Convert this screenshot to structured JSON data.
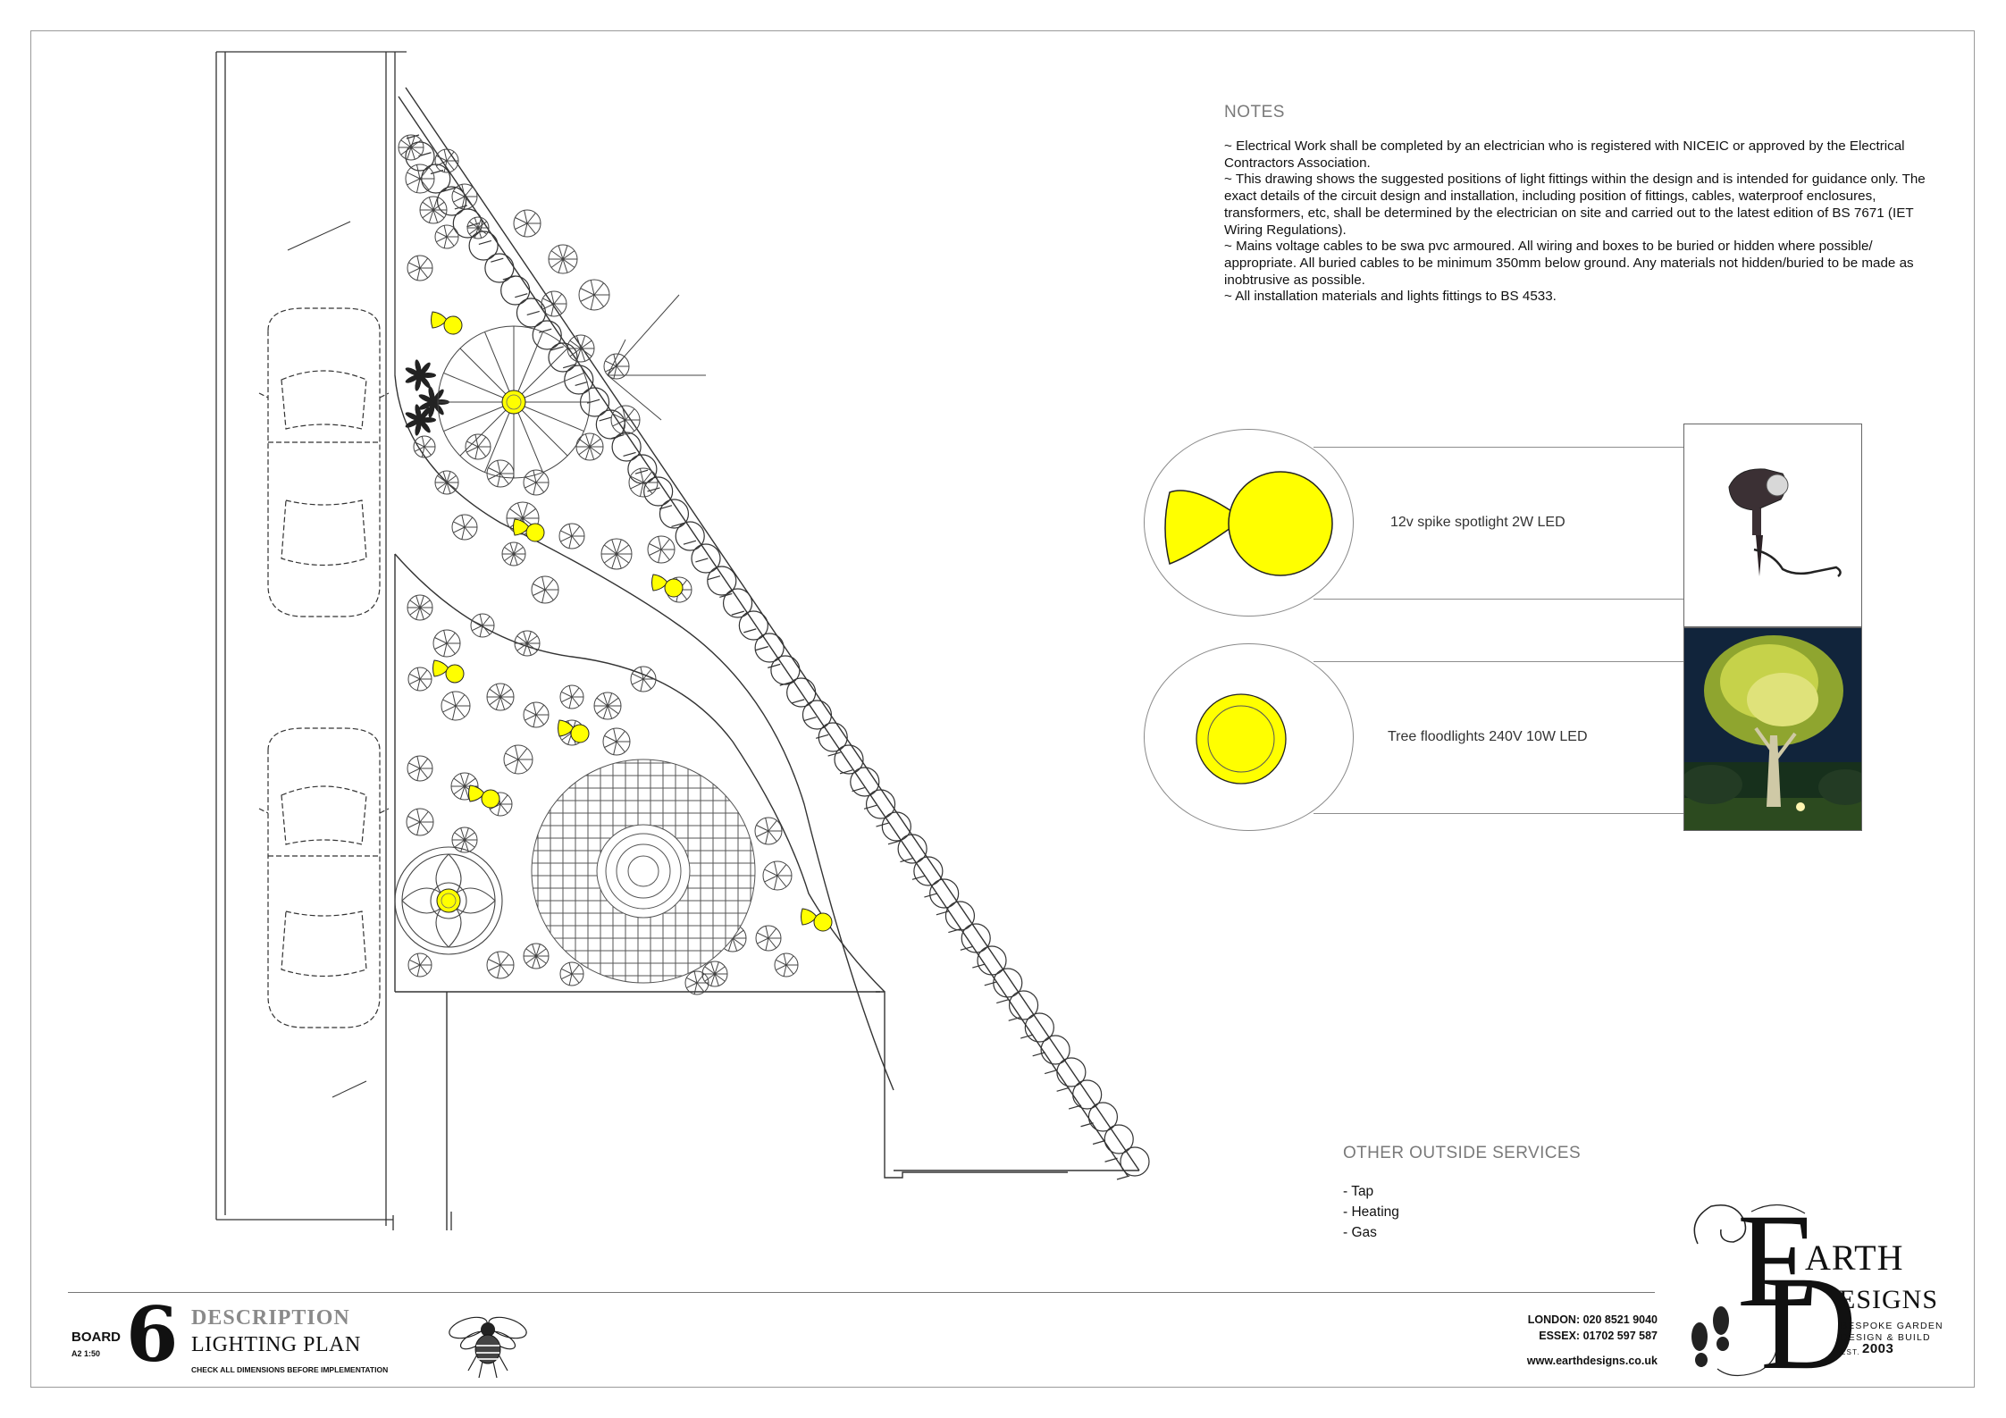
{
  "notes": {
    "heading": "NOTES",
    "paragraphs": [
      "~ Electrical Work shall be completed by an electrician who is registered with NICEIC or approved by the Electrical Contractors Association.",
      "~ This drawing shows the suggested positions of light fittings within the design and is intended for guidance only. The exact details of the circuit design and installation, including position of fittings, cables, waterproof enclosures, transformers, etc, shall be determined by the electrician on site and carried out to the latest edition of BS 7671 (IET Wiring Regulations).",
      "~ Mains voltage cables to be swa pvc armoured. All wiring and boxes to be buried or hidden where possible/ appropriate. All buried cables to be minimum 350mm below ground. Any materials not hidden/buried to be made as inobtrusive as possible.",
      "~ All installation materials and lights fittings to BS 4533."
    ]
  },
  "legend": {
    "spotlight_label": "12v spike spotlight 2W LED",
    "flood_label": "Tree floodlights 240V 10W LED"
  },
  "services": {
    "heading": "OTHER OUTSIDE SERVICES",
    "items": [
      "- Tap",
      "- Heating",
      "- Gas"
    ]
  },
  "title_block": {
    "board_label": "BOARD",
    "scale": "A2 1:50",
    "board_number": "6",
    "description_heading": "DESCRIPTION",
    "description_value": "LIGHTING PLAN",
    "check_note": "CHECK ALL DIMENSIONS BEFORE IMPLEMENTATION",
    "contact_london": "LONDON: 020 8521 9040",
    "contact_essex": "ESSEX: 01702 597 587",
    "website": "www.earthdesigns.co.uk"
  },
  "logo": {
    "word1_initial": "E",
    "word1_rest": "ARTH",
    "word2_initial": "D",
    "word2_rest": "ESIGNS",
    "tagline_1": "BESPOKE GARDEN",
    "tagline_2": "DESIGN & BUILD",
    "est_label": "EST.",
    "est_year": "2003"
  },
  "colors": {
    "light_fill": "#ffff00",
    "line": "#222222",
    "border": "#9a9a9a"
  },
  "icons": [
    "spotlight-icon",
    "floodlight-icon",
    "bee-icon",
    "footprint-icon"
  ]
}
